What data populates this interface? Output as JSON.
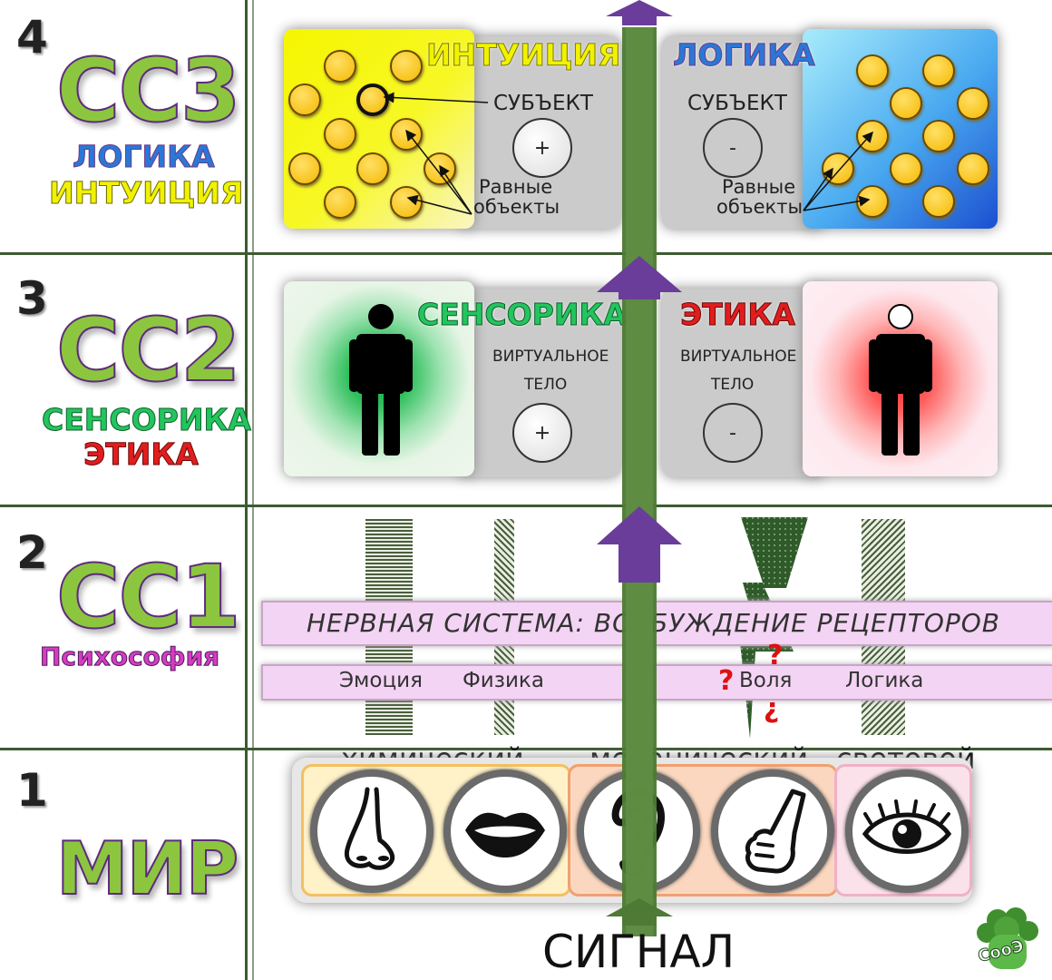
{
  "levels": [
    {
      "number": "4",
      "name": "СС3",
      "sub1": "ЛОГИКА",
      "sub2": "ИНТУИЦИЯ"
    },
    {
      "number": "3",
      "name": "СС2",
      "sub1": "СЕНСОРИКА",
      "sub2": "ЭТИКА"
    },
    {
      "number": "2",
      "name": "СС1",
      "sub1": "Психософия"
    },
    {
      "number": "1",
      "name": "МИР"
    }
  ],
  "row4": {
    "left_title": "ИНТУИЦИЯ",
    "right_title": "ЛОГИКА",
    "subject_left": "СУБЪЕКТ",
    "subject_right": "СУБЪЕКТ",
    "sign_plus": "+",
    "sign_minus": "-",
    "equal_line1": "Равные",
    "equal_line2": "объекты"
  },
  "row3": {
    "left_title": "СЕНСОРИКА",
    "right_title": "ЭТИКА",
    "virtual": "ВИРТУАЛЬНОЕ",
    "body": "ТЕЛО",
    "sign_plus": "+",
    "sign_minus": "-"
  },
  "row2": {
    "band_title": "НЕРВНАЯ СИСТЕМА: ВОЗБУЖДЕНИЕ РЕЦЕПТОРОВ",
    "labels": [
      "Эмоция",
      "Физика",
      "Воля",
      "Логика"
    ],
    "question": "?"
  },
  "row1": {
    "categories": [
      "химический",
      "механический",
      "световой"
    ],
    "senses": [
      "nose-icon",
      "mouth-icon",
      "ear-icon",
      "hand-icon",
      "eye-icon"
    ]
  },
  "signal": "СИГНАЛ",
  "logo": "СооЭ",
  "colors": {
    "cc_green": "#8cc63f",
    "cc_outline": "#5d2c7a",
    "logic_blue": "#2a78d6",
    "intuition_yellow": "#f2f200",
    "sensorics_green": "#22c55e",
    "ethics_red": "#e11d1d",
    "psychosophy_magenta": "#d63cc3",
    "arrow_purple": "#6a3d9a",
    "shaft_green": "#4e7a35",
    "band_pink": "#f4d4f4"
  }
}
